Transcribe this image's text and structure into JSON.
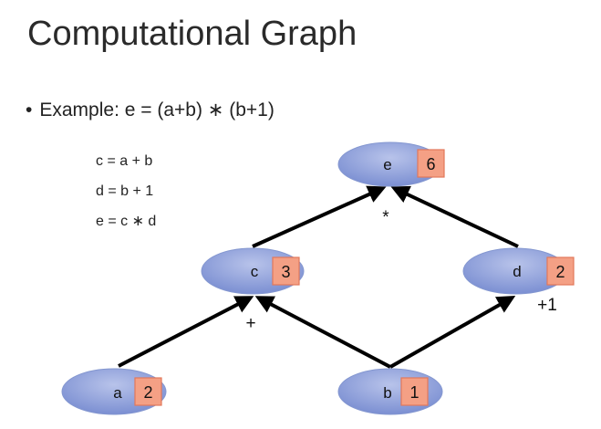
{
  "title": "Computational Graph",
  "bullet": {
    "symbol": "•",
    "text": "Example: e = (a+b) ∗ (b+1)"
  },
  "equations": [
    "c = a + b",
    "d = b + 1",
    "e = c ∗ d"
  ],
  "nodes": {
    "e": {
      "name": "e",
      "value": "6"
    },
    "c": {
      "name": "c",
      "value": "3"
    },
    "d": {
      "name": "d",
      "value": "2"
    },
    "a": {
      "name": "a",
      "value": "2"
    },
    "b": {
      "name": "b",
      "value": "1"
    }
  },
  "ops": {
    "mul": "*",
    "add": "+",
    "plus_one": "+1"
  },
  "colors": {
    "node_fill_light": "#a9b6e4",
    "node_fill_dark": "#7f92d3",
    "value_box": "#f4a085",
    "edge": "#000000"
  }
}
